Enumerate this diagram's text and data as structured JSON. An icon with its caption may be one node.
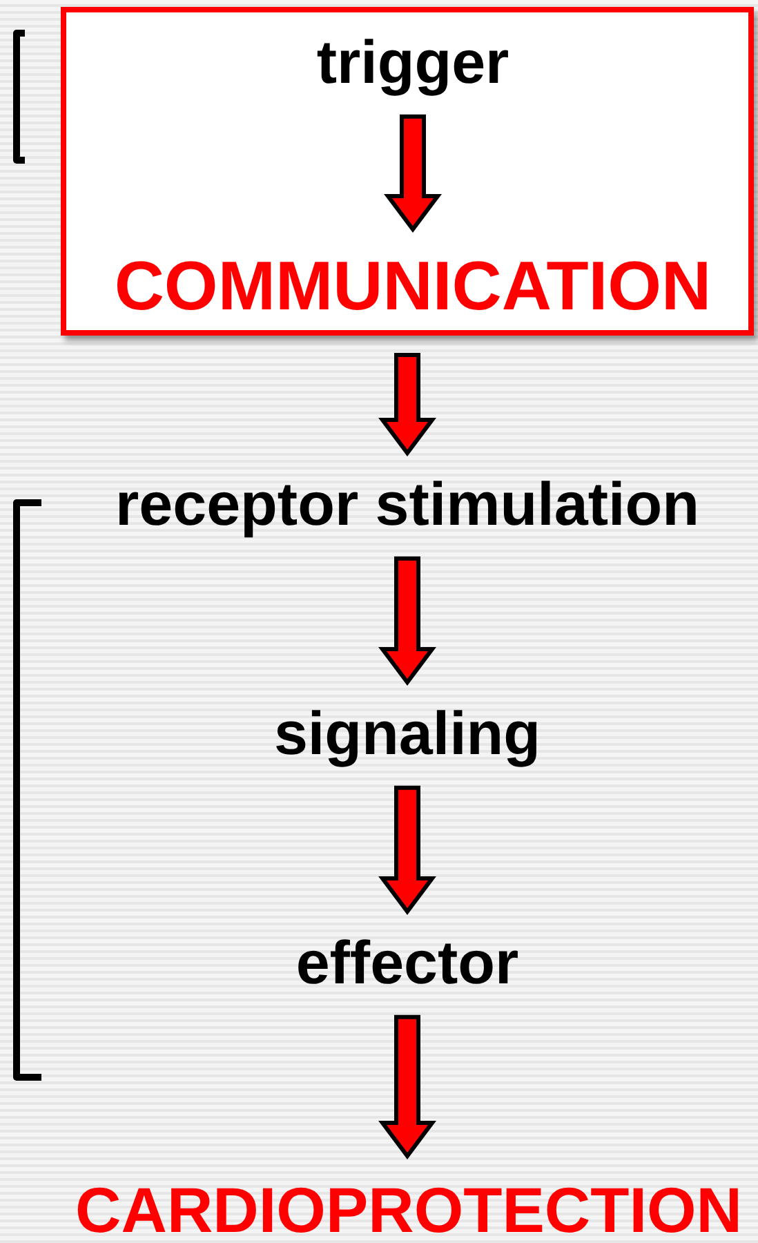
{
  "diagram": {
    "nodes": [
      {
        "text": [],
        "shape": "box"
      },
      {
        "text": [
          "trigger"
        ],
        "in": 0
      },
      {
        "text": [
          "COMMUNICATION"
        ],
        "in": 0
      },
      {
        "text": [
          "receptor stimulation"
        ]
      },
      {
        "text": [
          "signaling"
        ]
      },
      {
        "text": [
          "effector"
        ]
      },
      {
        "text": [
          "CARDIOPROTECTION"
        ]
      }
    ],
    "edges": [
      {
        "from": 1,
        "to": 2,
        "arrow": "to"
      },
      {
        "from": 0,
        "to": 3,
        "arrow": "to"
      },
      {
        "from": 3,
        "to": 4,
        "arrow": "to"
      },
      {
        "from": 4,
        "to": 5,
        "arrow": "to"
      },
      {
        "from": 5,
        "to": 6,
        "arrow": "to"
      }
    ]
  }
}
